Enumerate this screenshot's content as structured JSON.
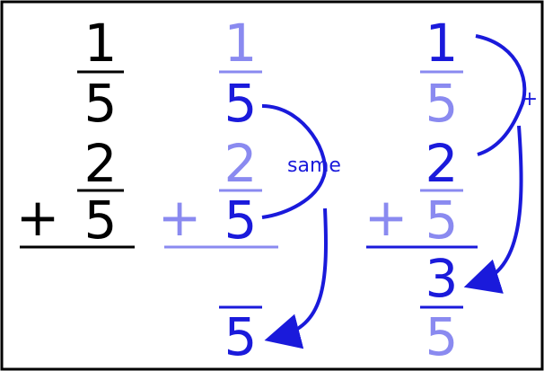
{
  "colors": {
    "border": "#000000",
    "black": "#000000",
    "blue": "#1a1adb",
    "light_blue": "#8a8af0"
  },
  "column1": {
    "top_numerator": "1",
    "top_denominator": "5",
    "plus": "+",
    "bottom_numerator": "2",
    "bottom_denominator": "5"
  },
  "column2": {
    "top_numerator": "1",
    "top_denominator": "5",
    "plus": "+",
    "bottom_numerator": "2",
    "bottom_denominator": "5",
    "note": "same",
    "result_denominator": "5"
  },
  "column3": {
    "top_numerator": "1",
    "top_denominator": "5",
    "plus": "+",
    "bottom_numerator": "2",
    "bottom_denominator": "5",
    "note": "+",
    "result_numerator": "3",
    "result_denominator": "5"
  }
}
